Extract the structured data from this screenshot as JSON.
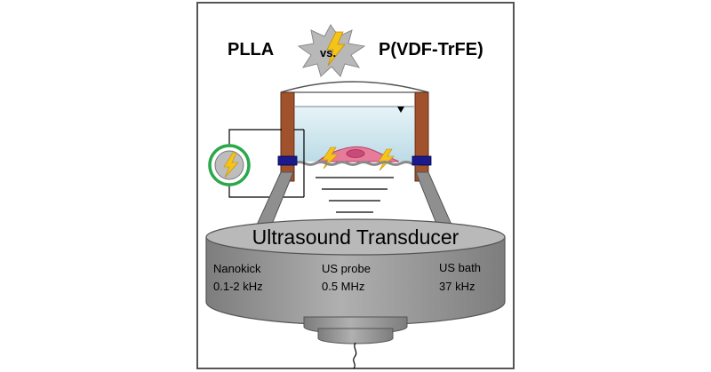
{
  "title": {
    "left": "PLLA",
    "vs": "vs.",
    "right": "P(VDF-TrFE)"
  },
  "transducer": {
    "label": "Ultrasound Transducer",
    "modes": [
      {
        "name": "Nanokick",
        "freq": "0.1-2 kHz"
      },
      {
        "name": "US probe",
        "freq": "0.5 MHz"
      },
      {
        "name": "US bath",
        "freq": "37 kHz"
      }
    ]
  },
  "colors": {
    "frame": "#555555",
    "post": "#a0522d",
    "clamp": "#1a1a8c",
    "liquid": "#cfe6ee",
    "cell": "#e87a9a",
    "lightning": "#f5c31a",
    "star": "#b8b8b8",
    "meter_ring": "#2aa84a",
    "transducer_top": "#b9b9b9",
    "transducer_side": "#8f8f8f"
  },
  "icons": [
    "lightning-icon",
    "starburst-icon",
    "voltmeter-icon"
  ]
}
